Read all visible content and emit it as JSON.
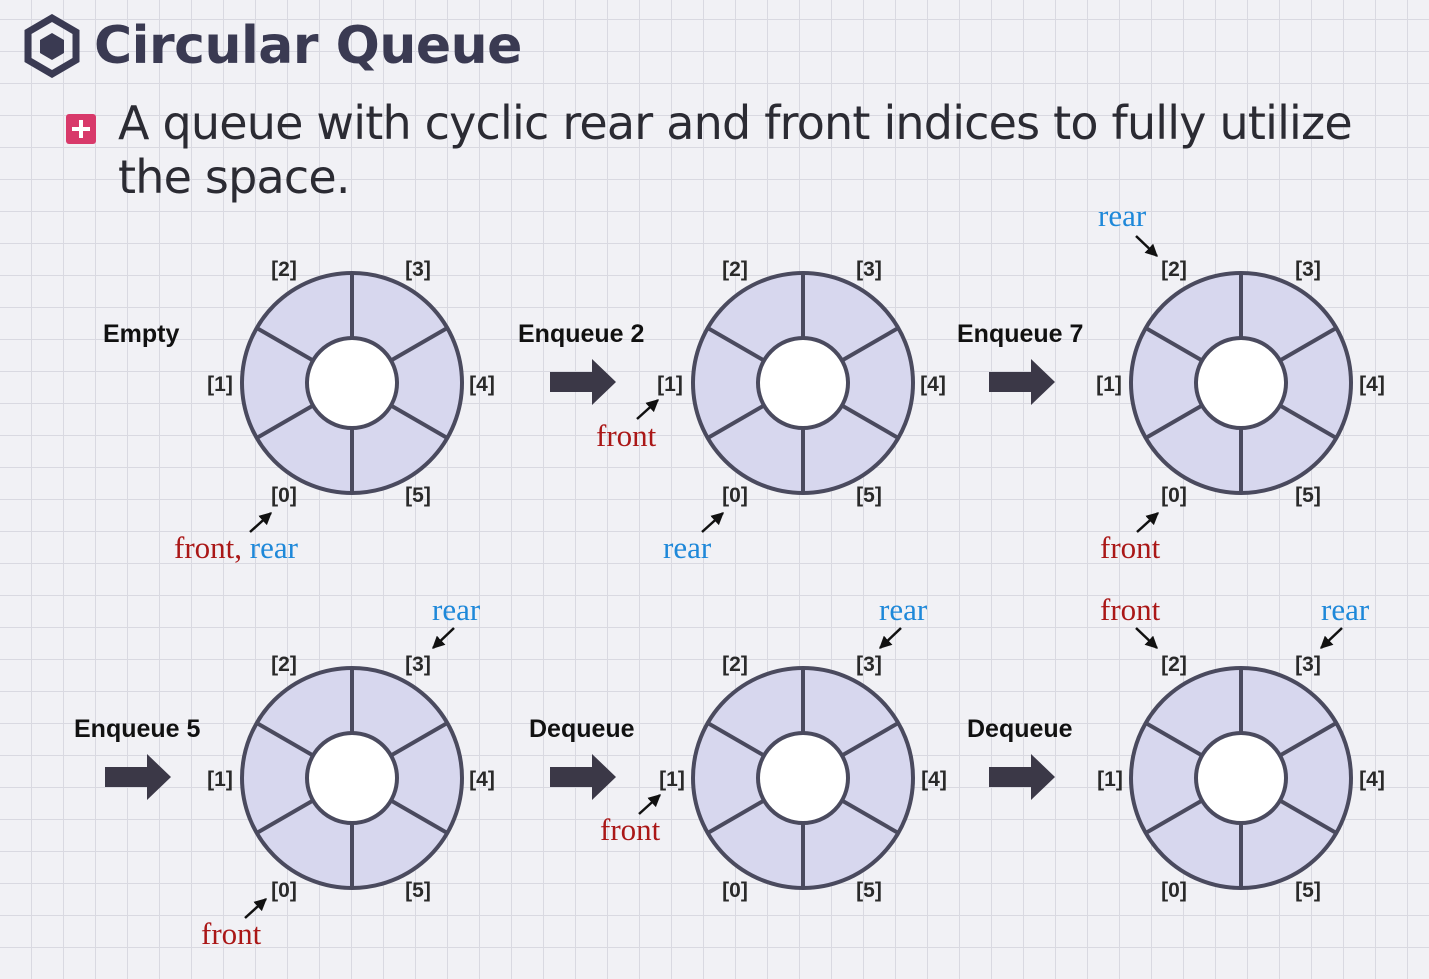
{
  "title": "Circular Queue",
  "bullet": "A queue with cyclic rear and front indices to fully utilize the space.",
  "steps": [
    {
      "label": "Empty",
      "note_front": "front,",
      "note_rear": "rear"
    },
    {
      "label": "Enqueue 2",
      "front": "front",
      "rear": "rear"
    },
    {
      "label": "Enqueue 7",
      "front": "front",
      "rear": "rear"
    },
    {
      "label": "Enqueue 5",
      "front": "front",
      "rear": "rear"
    },
    {
      "label": "Dequeue",
      "front": "front",
      "rear": "rear"
    },
    {
      "label": "Dequeue",
      "front": "front",
      "rear": "rear"
    }
  ],
  "slot_labels": [
    "[0]",
    "[1]",
    "[2]",
    "[3]",
    "[4]",
    "[5]"
  ],
  "colors": {
    "front": "#aa1717",
    "rear": "#1e88d9",
    "ring_fill": "#d7d7ee",
    "ring_stroke": "#4a4a5e",
    "arrow": "#3b3847",
    "accent": "#d8396a"
  }
}
